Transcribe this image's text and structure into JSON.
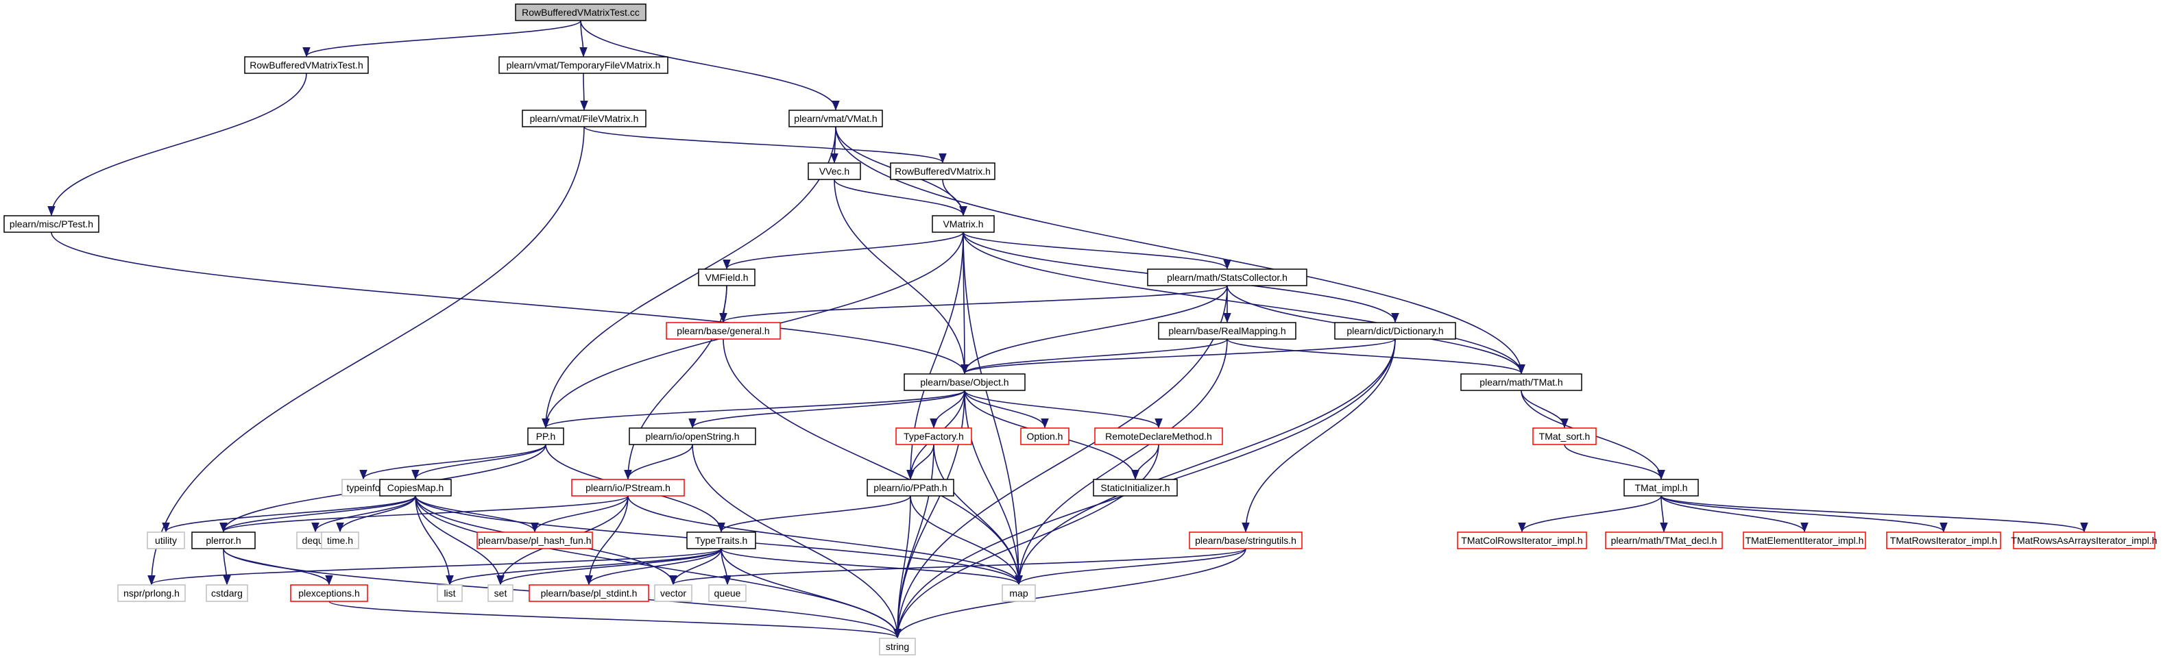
{
  "colors": {
    "edge": "#191970",
    "documented_border": "#000000",
    "undocumented_border": "#ff0000",
    "external_border": "#bfbfbf",
    "root_fill": "#bfbfbf",
    "default_fill": "#ffffff"
  },
  "nodes": [
    {
      "id": "root",
      "label": "RowBufferedVMatrixTest.cc",
      "style": "root"
    },
    {
      "id": "rbvmt_h",
      "label": "RowBufferedVMatrixTest.h",
      "style": "normal"
    },
    {
      "id": "tfvm",
      "label": "plearn/vmat/TemporaryFileVMatrix.h",
      "style": "normal"
    },
    {
      "id": "vmat_h",
      "label": "plearn/vmat/VMat.h",
      "style": "normal"
    },
    {
      "id": "fvm",
      "label": "plearn/vmat/FileVMatrix.h",
      "style": "normal"
    },
    {
      "id": "vvec",
      "label": "VVec.h",
      "style": "normal"
    },
    {
      "id": "rbvm",
      "label": "RowBufferedVMatrix.h",
      "style": "normal"
    },
    {
      "id": "ptest",
      "label": "plearn/misc/PTest.h",
      "style": "normal"
    },
    {
      "id": "vmatrix",
      "label": "VMatrix.h",
      "style": "normal"
    },
    {
      "id": "vmfield",
      "label": "VMField.h",
      "style": "normal"
    },
    {
      "id": "statscol",
      "label": "plearn/math/StatsCollector.h",
      "style": "normal"
    },
    {
      "id": "general",
      "label": "plearn/base/general.h",
      "style": "red"
    },
    {
      "id": "realmap",
      "label": "plearn/base/RealMapping.h",
      "style": "normal"
    },
    {
      "id": "dict",
      "label": "plearn/dict/Dictionary.h",
      "style": "normal"
    },
    {
      "id": "object",
      "label": "plearn/base/Object.h",
      "style": "normal"
    },
    {
      "id": "tmat",
      "label": "plearn/math/TMat.h",
      "style": "normal"
    },
    {
      "id": "pp",
      "label": "PP.h",
      "style": "normal"
    },
    {
      "id": "openstr",
      "label": "plearn/io/openString.h",
      "style": "normal"
    },
    {
      "id": "typefac",
      "label": "TypeFactory.h",
      "style": "red"
    },
    {
      "id": "option",
      "label": "Option.h",
      "style": "red"
    },
    {
      "id": "remdecl",
      "label": "RemoteDeclareMethod.h",
      "style": "red"
    },
    {
      "id": "tmatsort",
      "label": "TMat_sort.h",
      "style": "red"
    },
    {
      "id": "typeinfo",
      "label": "typeinfo",
      "style": "ext"
    },
    {
      "id": "copiesmap",
      "label": "CopiesMap.h",
      "style": "normal"
    },
    {
      "id": "pstream",
      "label": "plearn/io/PStream.h",
      "style": "red"
    },
    {
      "id": "ppath",
      "label": "plearn/io/PPath.h",
      "style": "normal"
    },
    {
      "id": "statinit",
      "label": "StaticInitializer.h",
      "style": "normal"
    },
    {
      "id": "tmatimpl",
      "label": "TMat_impl.h",
      "style": "normal"
    },
    {
      "id": "utility",
      "label": "utility",
      "style": "ext"
    },
    {
      "id": "plerror",
      "label": "plerror.h",
      "style": "normal"
    },
    {
      "id": "deque",
      "label": "deque",
      "style": "ext"
    },
    {
      "id": "time",
      "label": "time.h",
      "style": "ext"
    },
    {
      "id": "hashfun",
      "label": "plearn/base/pl_hash_fun.h",
      "style": "red"
    },
    {
      "id": "typetraits",
      "label": "TypeTraits.h",
      "style": "normal"
    },
    {
      "id": "strutils",
      "label": "plearn/base/stringutils.h",
      "style": "red"
    },
    {
      "id": "colrows",
      "label": "TMatColRowsIterator_impl.h",
      "style": "red"
    },
    {
      "id": "tmatdecl",
      "label": "plearn/math/TMat_decl.h",
      "style": "red"
    },
    {
      "id": "elemit",
      "label": "TMatElementIterator_impl.h",
      "style": "red"
    },
    {
      "id": "rowsit",
      "label": "TMatRowsIterator_impl.h",
      "style": "red"
    },
    {
      "id": "rowsarr",
      "label": "TMatRowsAsArraysIterator_impl.h",
      "style": "red"
    },
    {
      "id": "prlong",
      "label": "nspr/prlong.h",
      "style": "ext"
    },
    {
      "id": "cstdarg",
      "label": "cstdarg",
      "style": "ext"
    },
    {
      "id": "plexc",
      "label": "plexceptions.h",
      "style": "red"
    },
    {
      "id": "list",
      "label": "list",
      "style": "ext"
    },
    {
      "id": "set",
      "label": "set",
      "style": "ext"
    },
    {
      "id": "stdint",
      "label": "plearn/base/pl_stdint.h",
      "style": "red"
    },
    {
      "id": "vector",
      "label": "vector",
      "style": "ext"
    },
    {
      "id": "queue",
      "label": "queue",
      "style": "ext"
    },
    {
      "id": "map",
      "label": "map",
      "style": "ext"
    },
    {
      "id": "string",
      "label": "string",
      "style": "ext"
    }
  ],
  "edges": [
    [
      "root",
      "rbvmt_h"
    ],
    [
      "root",
      "tfvm"
    ],
    [
      "root",
      "vmat_h"
    ],
    [
      "rbvmt_h",
      "ptest"
    ],
    [
      "tfvm",
      "fvm"
    ],
    [
      "fvm",
      "rbvm"
    ],
    [
      "fvm",
      "prlong"
    ],
    [
      "vmat_h",
      "vvec"
    ],
    [
      "vmat_h",
      "vmatrix"
    ],
    [
      "vmat_h",
      "pp"
    ],
    [
      "vmat_h",
      "tmat"
    ],
    [
      "vvec",
      "vmatrix"
    ],
    [
      "vvec",
      "object"
    ],
    [
      "rbvm",
      "vmatrix"
    ],
    [
      "ptest",
      "object"
    ],
    [
      "vmatrix",
      "vmfield"
    ],
    [
      "vmatrix",
      "statscol"
    ],
    [
      "vmatrix",
      "dict"
    ],
    [
      "vmatrix",
      "tmat"
    ],
    [
      "vmatrix",
      "object"
    ],
    [
      "vmatrix",
      "pp"
    ],
    [
      "vmatrix",
      "ppath"
    ],
    [
      "vmatrix",
      "map"
    ],
    [
      "vmfield",
      "general"
    ],
    [
      "vmfield",
      "pstream"
    ],
    [
      "statscol",
      "general"
    ],
    [
      "statscol",
      "realmap"
    ],
    [
      "statscol",
      "tmat"
    ],
    [
      "statscol",
      "object"
    ],
    [
      "statscol",
      "string"
    ],
    [
      "realmap",
      "object"
    ],
    [
      "realmap",
      "tmat"
    ],
    [
      "realmap",
      "map"
    ],
    [
      "dict",
      "object"
    ],
    [
      "dict",
      "strutils"
    ],
    [
      "dict",
      "map"
    ],
    [
      "dict",
      "string"
    ],
    [
      "general",
      "map"
    ],
    [
      "object",
      "pp"
    ],
    [
      "object",
      "openstr"
    ],
    [
      "object",
      "typefac"
    ],
    [
      "object",
      "option"
    ],
    [
      "object",
      "remdecl"
    ],
    [
      "object",
      "statinit"
    ],
    [
      "object",
      "ppath"
    ],
    [
      "object",
      "map"
    ],
    [
      "object",
      "string"
    ],
    [
      "tmat",
      "tmatsort"
    ],
    [
      "tmat",
      "tmatimpl"
    ],
    [
      "tmatsort",
      "tmatimpl"
    ],
    [
      "pp",
      "typeinfo"
    ],
    [
      "pp",
      "copiesmap"
    ],
    [
      "pp",
      "plerror"
    ],
    [
      "pp",
      "typetraits"
    ],
    [
      "openstr",
      "pstream"
    ],
    [
      "openstr",
      "string"
    ],
    [
      "typefac",
      "ppath"
    ],
    [
      "typefac",
      "map"
    ],
    [
      "typefac",
      "string"
    ],
    [
      "remdecl",
      "statinit"
    ],
    [
      "remdecl",
      "string"
    ],
    [
      "copiesmap",
      "utility"
    ],
    [
      "copiesmap",
      "plerror"
    ],
    [
      "copiesmap",
      "deque"
    ],
    [
      "copiesmap",
      "time"
    ],
    [
      "copiesmap",
      "hashfun"
    ],
    [
      "copiesmap",
      "list"
    ],
    [
      "copiesmap",
      "set"
    ],
    [
      "copiesmap",
      "vector"
    ],
    [
      "copiesmap",
      "map"
    ],
    [
      "copiesmap",
      "string"
    ],
    [
      "pstream",
      "plerror"
    ],
    [
      "pstream",
      "hashfun"
    ],
    [
      "pstream",
      "set"
    ],
    [
      "pstream",
      "stdint"
    ],
    [
      "pstream",
      "map"
    ],
    [
      "ppath",
      "typetraits"
    ],
    [
      "ppath",
      "map"
    ],
    [
      "ppath",
      "string"
    ],
    [
      "plerror",
      "cstdarg"
    ],
    [
      "plerror",
      "plexc"
    ],
    [
      "plerror",
      "string"
    ],
    [
      "plexc",
      "string"
    ],
    [
      "typetraits",
      "prlong"
    ],
    [
      "typetraits",
      "list"
    ],
    [
      "typetraits",
      "set"
    ],
    [
      "typetraits",
      "stdint"
    ],
    [
      "typetraits",
      "vector"
    ],
    [
      "typetraits",
      "queue"
    ],
    [
      "typetraits",
      "map"
    ],
    [
      "typetraits",
      "string"
    ],
    [
      "strutils",
      "vector"
    ],
    [
      "strutils",
      "map"
    ],
    [
      "strutils",
      "string"
    ],
    [
      "tmatimpl",
      "colrows"
    ],
    [
      "tmatimpl",
      "tmatdecl"
    ],
    [
      "tmatimpl",
      "elemit"
    ],
    [
      "tmatimpl",
      "rowsit"
    ],
    [
      "tmatimpl",
      "rowsarr"
    ]
  ]
}
